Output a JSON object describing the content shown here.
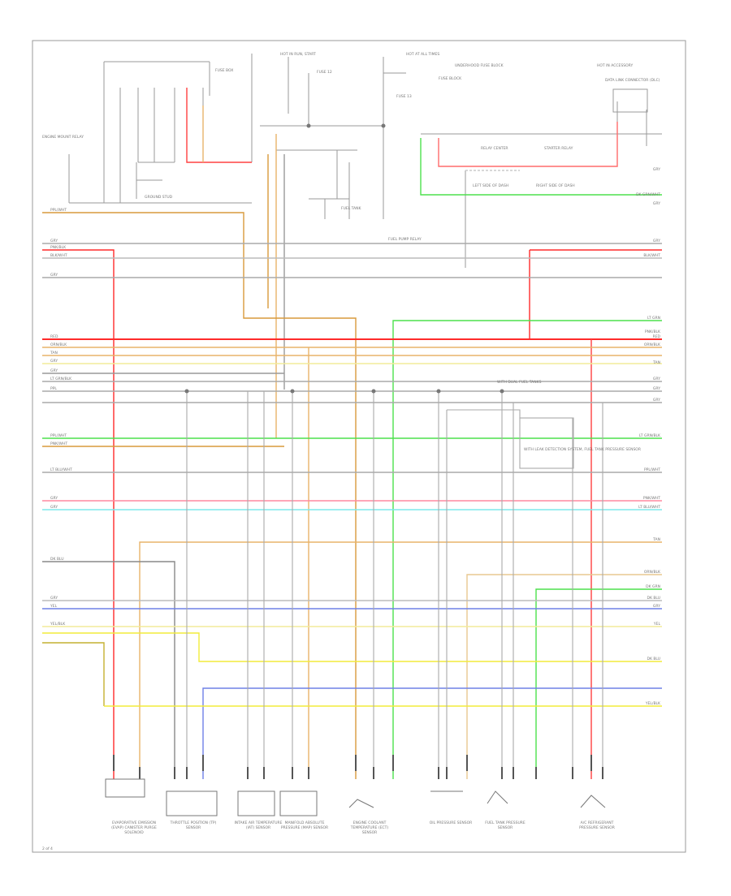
{
  "diagram": {
    "top_labels": {
      "hot_in_run": "HOT IN RUN, START",
      "hot_at_all_times": "HOT AT ALL TIMES",
      "hot_in_accessory": "HOT IN ACCESSORY",
      "underhood_fuse": "UNDERHOOD FUSE BLOCK",
      "fuse_box": "FUSE BOX",
      "engine_mount_relay": "ENGINE MOUNT RELAY",
      "fuse_block": "FUSE BLOCK",
      "relay_center": "RELAY CENTER",
      "starter_relay": "STARTER RELAY",
      "left_side_of_dash": "LEFT SIDE OF DASH",
      "right_side_of_dash": "RIGHT SIDE OF DASH",
      "data_link_connector": "DATA LINK CONNECTOR (DLC)",
      "ground_stud": "GROUND STUD",
      "fuel_tank": "FUEL TANK",
      "fuel_pump_relay": "FUEL PUMP RELAY",
      "fuse_12": "FUSE 12",
      "fuse_13": "FUSE 13"
    },
    "right_wire_labels": [
      "GRY",
      "DK GRN/WHT",
      "GRY",
      "GRY",
      "BLK/WHT",
      "LT GRN",
      "PNK/BLK",
      "RED",
      "ORN/BLK",
      "TAN",
      "GRY",
      "GRY",
      "GRY",
      "LT GRN/BLK",
      "PPL/WHT",
      "PNK/WHT",
      "LT BLU/WHT",
      "TAN",
      "ORN/BLK",
      "DK GRN",
      "DK BLU",
      "GRY",
      "YEL",
      "DK BLU",
      "YEL/BLK"
    ],
    "left_wire_labels": [
      "PPL/WHT",
      "GRY",
      "PNK/BLK",
      "BLK/WHT",
      "GRY",
      "RED",
      "ORN/BLK",
      "TAN",
      "GRY",
      "GRY",
      "LT GRN/BLK",
      "PPL",
      "PPL/WHT",
      "PNK/WHT",
      "LT BLU/WHT",
      "GRY",
      "GRY",
      "DK BLU",
      "GRY",
      "YEL",
      "YEL/BLK"
    ],
    "mid_annotations": {
      "splice_note": "WITH DUAL FUEL TANKS",
      "sensor_note": "WITH LEAK DETECTION SYSTEM, FUEL TANK PRESSURE SENSOR"
    },
    "bottom_components": [
      "EVAPORATIVE EMISSION (EVAP) CANISTER PURGE SOLENOID",
      "THROTTLE POSITION (TP) SENSOR",
      "INTAKE AIR TEMPERATURE (IAT) SENSOR",
      "MANIFOLD ABSOLUTE PRESSURE (MAP) SENSOR",
      "ENGINE COOLANT TEMPERATURE (ECT) SENSOR",
      "OIL PRESSURE SENSOR",
      "FUEL TANK PRESSURE SENSOR",
      "A/C REFRIGERANT PRESSURE SENSOR"
    ],
    "page_footer": "2 of 4",
    "colors": {
      "red": "#ff2a2a",
      "orange": "#d89a3c",
      "tan": "#e8b36a",
      "green": "#4de04d",
      "cyan": "#7fe8ec",
      "yellow": "#f2ec3a",
      "blue": "#6f80e6",
      "gray": "#9a9a9a",
      "pink": "#ff9a9a",
      "frame": "#999999"
    }
  }
}
